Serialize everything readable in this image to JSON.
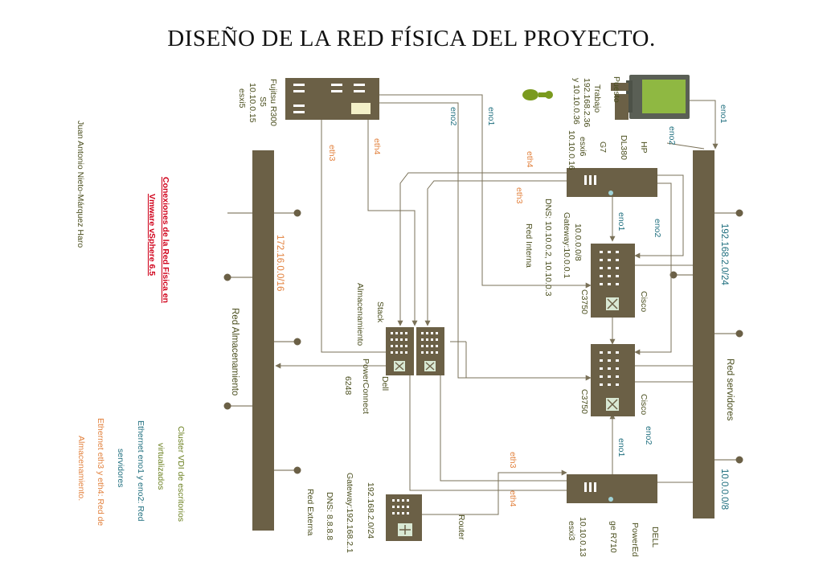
{
  "title": "DISEÑO DE LA RED FÍSICA DEL PROYECTO.",
  "colors": {
    "device": "#6b6046",
    "line": "#7a7158",
    "teal": "#1e6e7e",
    "orange": "#e2803c",
    "red": "#d0021b",
    "green": "#6a7f1f",
    "text": "#4a4e1e"
  },
  "author": "Juan Antonio Nieto-Márquez Haro",
  "heading": {
    "line1": "Conexiones de la Red Física en",
    "line2": "Vmware vSphere 6.5"
  },
  "legend": {
    "green": [
      "Cluster VDI de escritorios",
      "virtualizados"
    ],
    "teal": [
      "Ethernet eno1 y eno2: Red",
      "servidores"
    ],
    "orange": [
      "Ethernet eth3 y eth4: Red de",
      "Almacenamiento."
    ]
  },
  "storage_bus": {
    "subnet": "172.16.0.0/16",
    "name": "Red Almacenamiento"
  },
  "server_bus": {
    "subnet_top": "192.168.2.0/24",
    "name": "Red servidores",
    "subnet_bottom": "10.0.0.0/8"
  },
  "fujitsu": {
    "lines": [
      "Fujitsu R300",
      "S5",
      "10.10.0.15",
      "esxi5"
    ],
    "ports": {
      "eno1": "eno1",
      "eno2": "eno2",
      "eth3": "eth3",
      "eth4": "eth4"
    }
  },
  "workstation": {
    "lines": [
      "Puesto",
      "Trabajo",
      "192.168.2.36",
      "y 10.10.0.36"
    ],
    "ports": {
      "eno1": "eno1",
      "eno2": "eno2"
    }
  },
  "hp": {
    "lines": [
      "HP",
      "DL380",
      "G7",
      "esxi6",
      "10.10.0.16"
    ],
    "ports": {
      "eth4": "eth4",
      "eth3": "eth3",
      "eno1": "eno1",
      "eno2": "eno2"
    }
  },
  "red_interna": {
    "lines": [
      "10.0.0.0/8",
      "Gateway:10.0.0.1",
      "DNS: 10.10.0.2, 10.10.0.3",
      "Red Interna"
    ]
  },
  "cisco_top": {
    "lines": [
      "Cisco",
      "C3750"
    ]
  },
  "cisco_bottom": {
    "lines": [
      "Cisco",
      "C3750"
    ],
    "ports": {
      "eno2": "eno2",
      "eno1": "eno1"
    }
  },
  "stack": {
    "lines": [
      "Stack",
      "Almacenamiento"
    ]
  },
  "dell_switch": {
    "lines": [
      "Dell",
      "PowerConnect",
      "6248"
    ]
  },
  "dell_server": {
    "lines": [
      "DELL",
      "PowerEd",
      "ge R710",
      "10.10.0.13",
      "esxi3"
    ],
    "ports": {
      "eth3": "eth3",
      "eth4": "eth4"
    }
  },
  "red_externa": {
    "lines": [
      "192.168.2.0/24",
      "Gateway:192.168.2.1",
      "DNS: 8.8.8.8",
      "Red Externa"
    ]
  },
  "router": {
    "label": "Router"
  }
}
